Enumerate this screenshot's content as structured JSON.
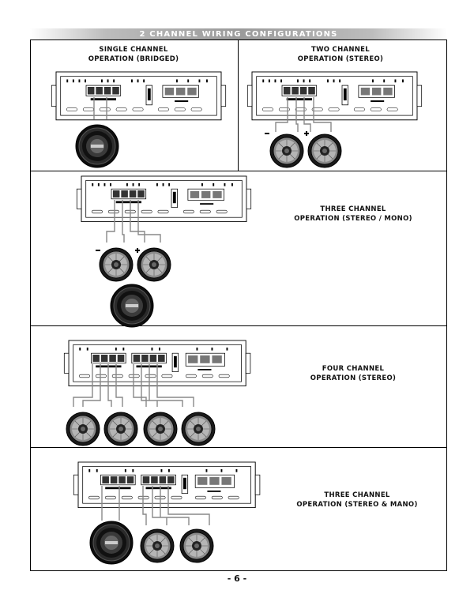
{
  "header": {
    "title": "2 CHANNEL WIRING CONFIGURATIONS"
  },
  "sections": {
    "single": {
      "line1": "SINGLE CHANNEL",
      "line2": "OPERATION (BRIDGED)"
    },
    "two": {
      "line1": "TWO CHANNEL",
      "line2": "OPERATION (STEREO)"
    },
    "three": {
      "line1": "THREE CHANNEL",
      "line2": "OPERATION (STEREO / MONO)"
    },
    "four": {
      "line1": "FOUR CHANNEL",
      "line2": "OPERATION (STEREO)"
    },
    "three_b": {
      "line1": "THREE CHANNEL",
      "line2": "OPERATION (STEREO & MANO)"
    }
  },
  "footer": {
    "page_number": "- 6 -"
  }
}
